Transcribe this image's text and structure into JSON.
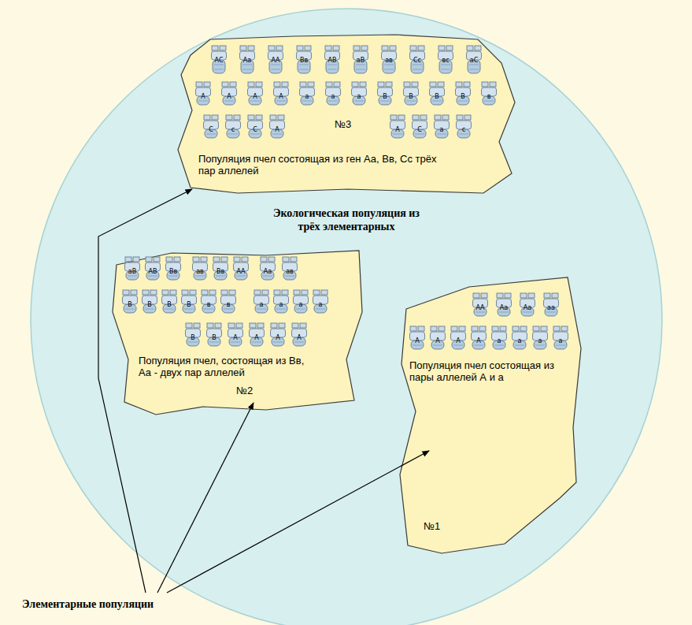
{
  "diagram": {
    "nodes": [
      {
        "text": [
          "Экологическая популяция из трёх элементарных"
        ]
      },
      {
        "text": [
          "№3",
          "Популяция пчел состоящая из ген Аа, Вв, Сс трёх пар аллелей"
        ],
        "in": 0
      },
      {
        "text": [
          "АС"
        ],
        "in": 1
      },
      {
        "text": [
          "Аа"
        ],
        "in": 1
      },
      {
        "text": [
          "АА"
        ],
        "in": 1
      },
      {
        "text": [
          "Вв"
        ],
        "in": 1
      },
      {
        "text": [
          "АВ"
        ],
        "in": 1
      },
      {
        "text": [
          "аВ"
        ],
        "in": 1
      },
      {
        "text": [
          "ав"
        ],
        "in": 1
      },
      {
        "text": [
          "Сс"
        ],
        "in": 1
      },
      {
        "text": [
          "вс"
        ],
        "in": 1
      },
      {
        "text": [
          "аС"
        ],
        "in": 1
      },
      {
        "text": [
          "А"
        ],
        "in": 1
      },
      {
        "text": [
          "А"
        ],
        "in": 1
      },
      {
        "text": [
          "А"
        ],
        "in": 1
      },
      {
        "text": [
          "А"
        ],
        "in": 1
      },
      {
        "text": [
          "а"
        ],
        "in": 1
      },
      {
        "text": [
          "а"
        ],
        "in": 1
      },
      {
        "text": [
          "а"
        ],
        "in": 1
      },
      {
        "text": [
          "В"
        ],
        "in": 1
      },
      {
        "text": [
          "В"
        ],
        "in": 1
      },
      {
        "text": [
          "В"
        ],
        "in": 1
      },
      {
        "text": [
          "В"
        ],
        "in": 1
      },
      {
        "text": [
          "в"
        ],
        "in": 1
      },
      {
        "text": [
          "С"
        ],
        "in": 1
      },
      {
        "text": [
          "с"
        ],
        "in": 1
      },
      {
        "text": [
          "С"
        ],
        "in": 1
      },
      {
        "text": [
          "А"
        ],
        "in": 1
      },
      {
        "text": [
          "А"
        ],
        "in": 1
      },
      {
        "text": [
          "С"
        ],
        "in": 1
      },
      {
        "text": [
          "а"
        ],
        "in": 1
      },
      {
        "text": [
          "с"
        ],
        "in": 1
      },
      {
        "text": [
          "Популяция пчел, состоящая из Вв, Аа - двух пар аллелей",
          "№2"
        ],
        "in": 0
      },
      {
        "text": [
          "аВ"
        ],
        "in": 32
      },
      {
        "text": [
          "АВ"
        ],
        "in": 32
      },
      {
        "text": [
          "Вв"
        ],
        "in": 32
      },
      {
        "text": [
          "ав"
        ],
        "in": 32
      },
      {
        "text": [
          "Вв"
        ],
        "in": 32
      },
      {
        "text": [
          "АА"
        ],
        "in": 32
      },
      {
        "text": [
          "Аа"
        ],
        "in": 32
      },
      {
        "text": [
          "ав"
        ],
        "in": 32
      },
      {
        "text": [
          "В"
        ],
        "in": 32
      },
      {
        "text": [
          "В"
        ],
        "in": 32
      },
      {
        "text": [
          "В"
        ],
        "in": 32
      },
      {
        "text": [
          "В"
        ],
        "in": 32
      },
      {
        "text": [
          "в"
        ],
        "in": 32
      },
      {
        "text": [
          "в"
        ],
        "in": 32
      },
      {
        "text": [
          "а"
        ],
        "in": 32
      },
      {
        "text": [
          "а"
        ],
        "in": 32
      },
      {
        "text": [
          "а"
        ],
        "in": 32
      },
      {
        "text": [
          "а"
        ],
        "in": 32
      },
      {
        "text": [
          "В"
        ],
        "in": 32
      },
      {
        "text": [
          "В"
        ],
        "in": 32
      },
      {
        "text": [
          "А"
        ],
        "in": 32
      },
      {
        "text": [
          "А"
        ],
        "in": 32
      },
      {
        "text": [
          "А"
        ],
        "in": 32
      },
      {
        "text": [
          "А"
        ],
        "in": 32
      },
      {
        "text": [
          "Популяция пчел состоящая из пары аллелей А и а",
          "№1"
        ],
        "in": 0
      },
      {
        "text": [
          "АА"
        ],
        "in": 57
      },
      {
        "text": [
          "Аа"
        ],
        "in": 57
      },
      {
        "text": [
          "Аа"
        ],
        "in": 57
      },
      {
        "text": [
          "аа"
        ],
        "in": 57
      },
      {
        "text": [
          "А"
        ],
        "in": 57
      },
      {
        "text": [
          "А"
        ],
        "in": 57
      },
      {
        "text": [
          "А"
        ],
        "in": 57
      },
      {
        "text": [
          "А"
        ],
        "in": 57
      },
      {
        "text": [
          "а"
        ],
        "in": 57
      },
      {
        "text": [
          "а"
        ],
        "in": 57
      },
      {
        "text": [
          "а"
        ],
        "in": 57
      },
      {
        "text": [
          "а"
        ],
        "in": 57
      }
    ],
    "labels": [
      "Элементарные популяции"
    ]
  }
}
